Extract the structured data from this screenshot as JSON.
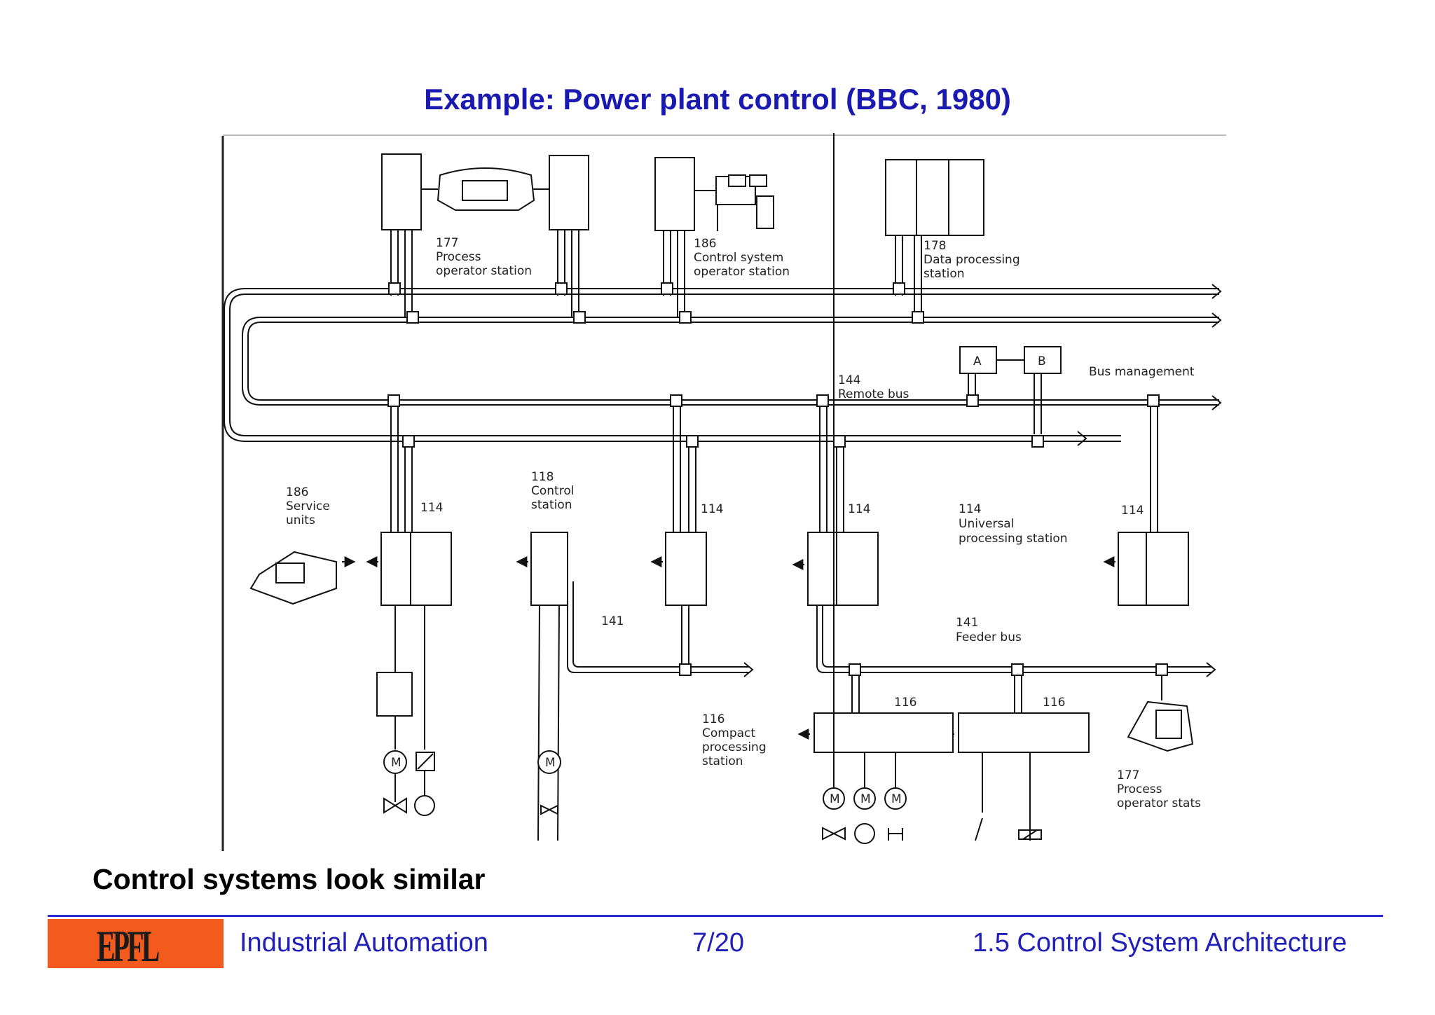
{
  "slide": {
    "title": "Example: Power plant control (BBC, 1980)",
    "subtitle": "Control systems look similar"
  },
  "diagram": {
    "labels": {
      "l_177a_num": "177",
      "l_177a_1": "Process",
      "l_177a_2": "operator station",
      "l_186a_num": "186",
      "l_186a_1": "Control system",
      "l_186a_2": "operator station",
      "l_178_num": "178",
      "l_178_1": "Data processing",
      "l_178_2": "station",
      "l_A": "A",
      "l_B": "B",
      "l_busmgmt": "Bus management",
      "l_144_num": "144",
      "l_144_1": "Remote bus",
      "l_186b_num": "186",
      "l_186b_1": "Service",
      "l_186b_2": "units",
      "l_114a": "114",
      "l_118_num": "118",
      "l_118_1": "Control",
      "l_118_2": "station",
      "l_114b": "114",
      "l_114c": "114",
      "l_114d_num": "114",
      "l_114d_1": "Universal",
      "l_114d_2": "processing station",
      "l_114e": "114",
      "l_141a": "141",
      "l_141b_num": "141",
      "l_141b_1": "Feeder bus",
      "l_116a": "116",
      "l_116b": "116",
      "l_116c_num": "116",
      "l_116c_1": "Compact",
      "l_116c_2": "processing",
      "l_116c_3": "station",
      "l_177b_num": "177",
      "l_177b_1": "Process",
      "l_177b_2": "operator stats",
      "motor": "M"
    }
  },
  "footer": {
    "logo_text": "EPFL",
    "course": "Industrial Automation",
    "page": "7/20",
    "section": "1.5 Control System Architecture"
  },
  "colors": {
    "title": "#1a1ab0",
    "footer_text": "#2020b8",
    "rule": "#2a2ad0",
    "logo_bg": "#f25a1e"
  }
}
